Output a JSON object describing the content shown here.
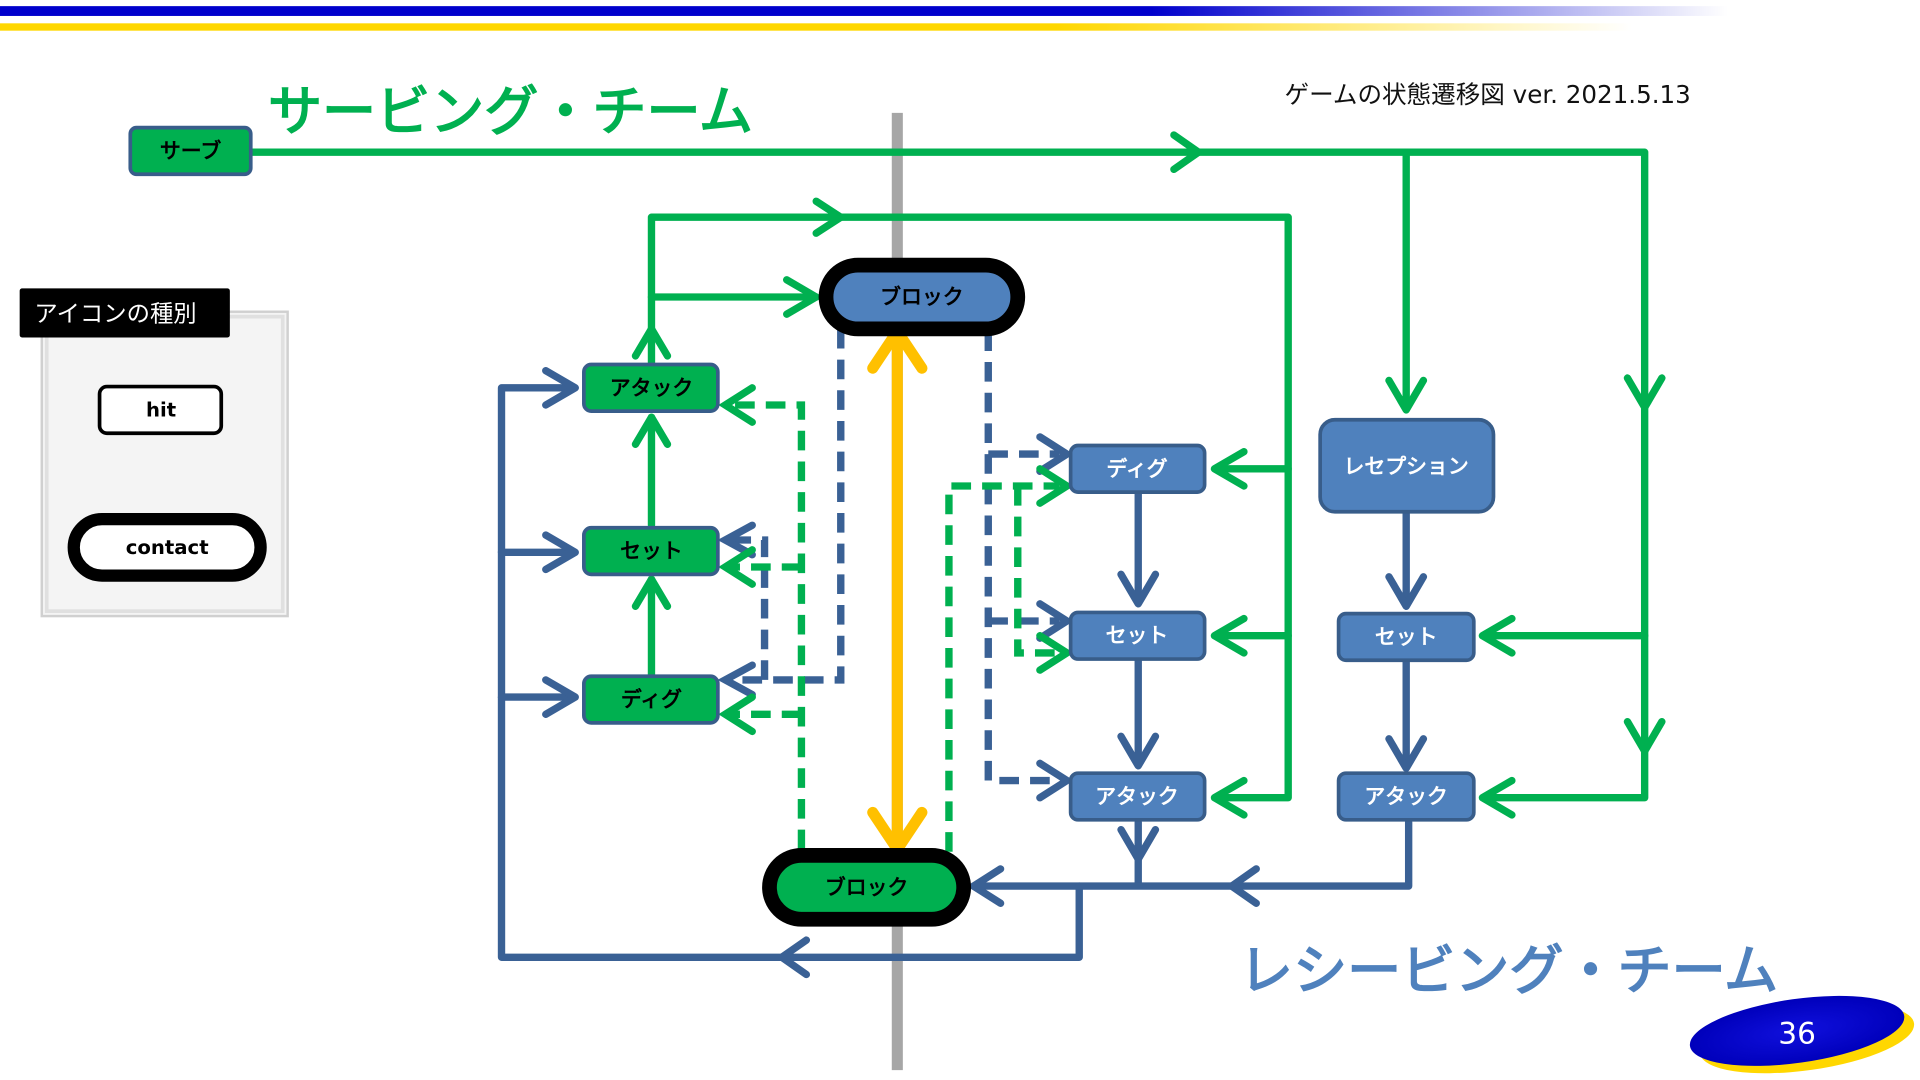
{
  "header": {
    "doc_title": "ゲームの状態遷移図 ver.  2021.5.13",
    "bar_colors": {
      "blue": "#0000cc",
      "yellow": "#ffd700"
    }
  },
  "teams": {
    "serving": {
      "label": "サービング・チーム",
      "color": "#00b050"
    },
    "receiving": {
      "label": "レシービング・チーム",
      "color": "#4f81bd"
    }
  },
  "legend": {
    "title": "アイコンの種別",
    "items": [
      {
        "label": "hit",
        "style": "thin-border"
      },
      {
        "label": "contact",
        "style": "thick-border"
      }
    ]
  },
  "colors": {
    "serving_fill": "#00b050",
    "receiving_fill": "#4f81bd",
    "node_border": "#385d8a",
    "arrow_green": "#00b050",
    "arrow_blue": "#3a6195",
    "arrow_yellow": "#ffc000",
    "net_gray": "#a6a6a6"
  },
  "nodes": {
    "serve": "サーブ",
    "serving_attack": "アタック",
    "serving_set": "セット",
    "serving_dig": "ディグ",
    "block_top": "ブロック",
    "block_bottom": "ブロック",
    "recv_dig": "ディグ",
    "recv_set": "セット",
    "recv_attack": "アタック",
    "reception": "レセプション",
    "reception_set": "セット",
    "reception_attack": "アタック"
  },
  "page_number": "36"
}
